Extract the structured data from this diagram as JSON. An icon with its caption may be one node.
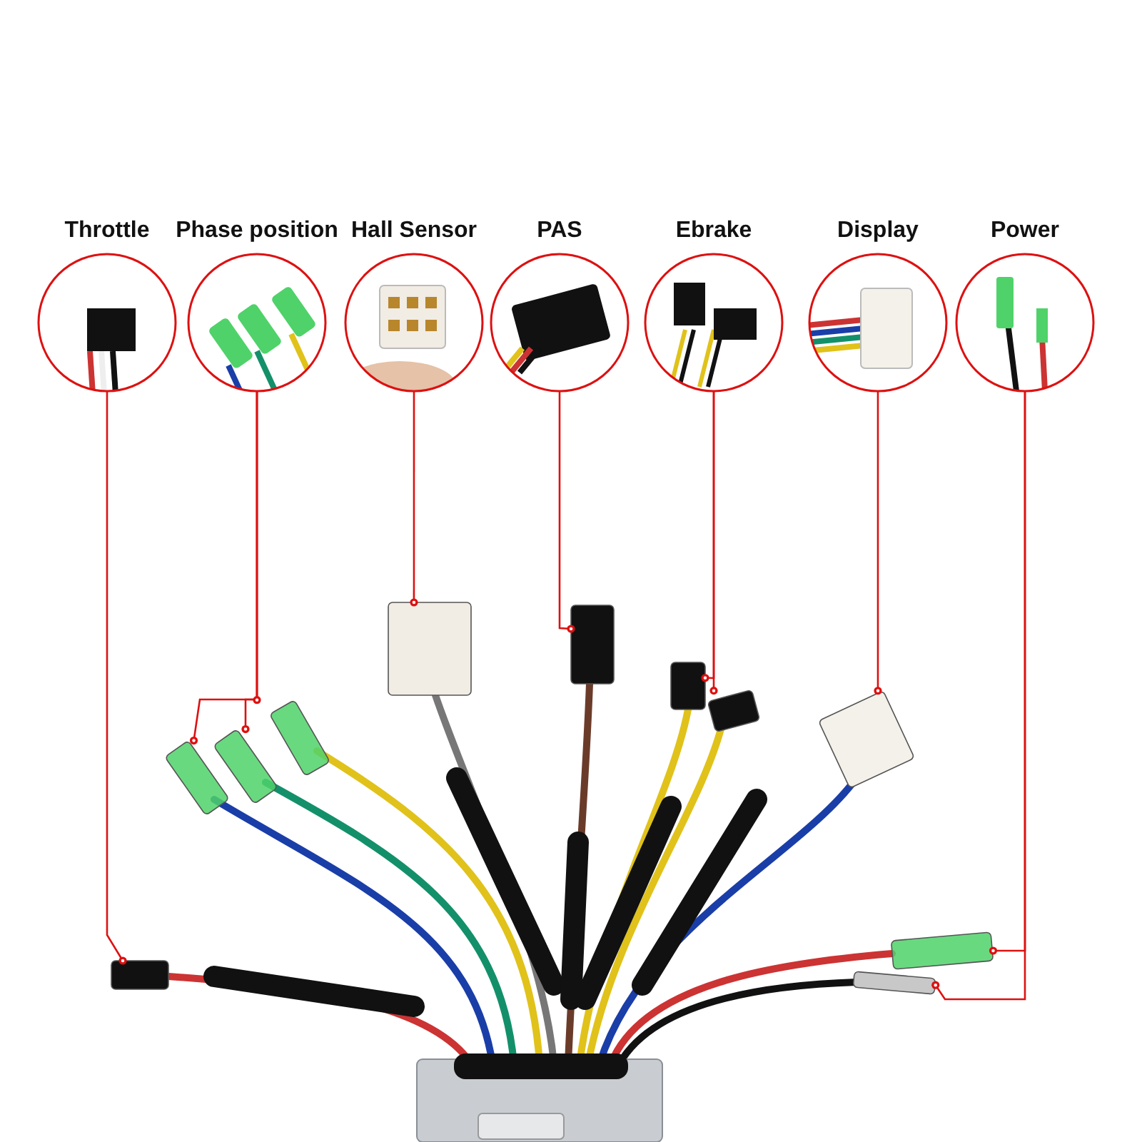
{
  "diagram": {
    "nodes": [
      {
        "text": [
          "Throttle"
        ]
      },
      {
        "text": [
          "Phase position"
        ]
      },
      {
        "text": [
          "Hall Sensor"
        ]
      },
      {
        "text": [
          "PAS"
        ]
      },
      {
        "text": [
          "Ebrake"
        ]
      },
      {
        "text": [
          "Display"
        ]
      },
      {
        "text": [
          "Power"
        ]
      },
      {
        "text": [],
        "shape": "box"
      },
      {
        "text": [],
        "shape": "box"
      },
      {
        "text": [],
        "shape": "box"
      },
      {
        "text": [],
        "shape": "box"
      },
      {
        "text": [],
        "shape": "box"
      },
      {
        "text": [],
        "shape": "box"
      },
      {
        "text": [],
        "shape": "box"
      },
      {
        "text": [],
        "shape": "box"
      },
      {
        "text": [],
        "shape": "box"
      },
      {
        "text": [],
        "shape": "box"
      },
      {
        "text": [],
        "shape": "box"
      }
    ],
    "edges": [
      {
        "from": 0,
        "to": 7,
        "arrow": "other"
      },
      {
        "from": 1,
        "to": 8,
        "arrow": "other"
      },
      {
        "from": 1,
        "to": 9,
        "arrow": "other"
      },
      {
        "from": 1,
        "to": 10,
        "arrow": "other"
      },
      {
        "from": 2,
        "to": 11,
        "arrow": "other"
      },
      {
        "from": 3,
        "to": 12,
        "arrow": "other"
      },
      {
        "from": 4,
        "to": 13,
        "arrow": "other"
      },
      {
        "from": 4,
        "to": 14,
        "arrow": "other"
      },
      {
        "from": 5,
        "to": 15,
        "arrow": "other"
      },
      {
        "from": 6,
        "to": 16,
        "arrow": "other"
      },
      {
        "from": 6,
        "to": 17,
        "arrow": "other"
      }
    ]
  }
}
